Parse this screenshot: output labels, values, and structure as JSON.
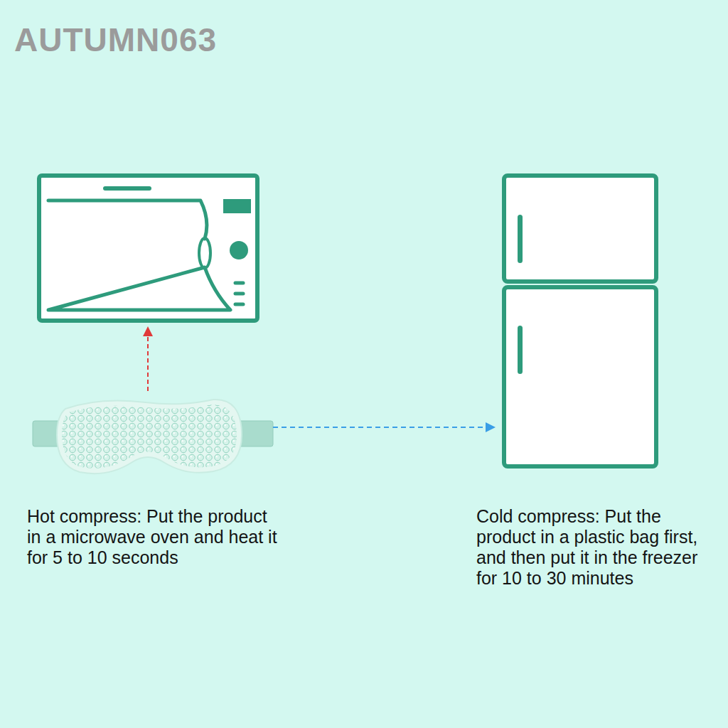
{
  "diagram": {
    "labels": [
      "AUTUMN063",
      "Hot compress: Put the product in a microwave oven and heat it for 5 to 10 seconds",
      "Cold compress: Put the product in a plastic bag first, and then put it in the freezer for 10 to 30 minutes"
    ]
  }
}
